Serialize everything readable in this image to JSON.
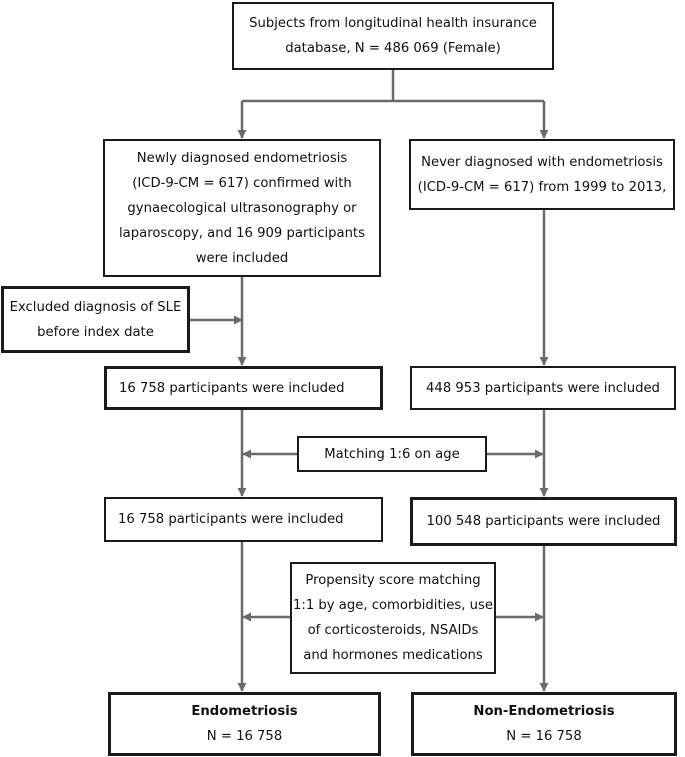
{
  "colors": {
    "border": "#1a1a1a",
    "arrow": "#6b6b6b",
    "text": "#111111"
  },
  "diagram": {
    "top_box": [
      "Subjects from longitudinal health insurance",
      "database, N = 486 069 (Female)"
    ],
    "left_diagnosed": [
      "Newly diagnosed endometriosis",
      "(ICD-9-CM = 617) confirmed with",
      "gynaecological ultrasonography or",
      "laparoscopy, and 16 909 participants",
      "were included"
    ],
    "right_never": [
      "Never diagnosed with endometriosis",
      "(ICD-9-CM = 617) from 1999 to 2013,"
    ],
    "excluded": [
      "Excluded diagnosis of SLE",
      "before index date"
    ],
    "left_included_1": "16 758 participants were included",
    "right_included_1": "448 953 participants were included",
    "matching_age": "Matching 1:6 on age",
    "left_included_2": "16 758 participants were included",
    "right_included_2": "100 548 participants were included",
    "propensity": [
      "Propensity score matching",
      "1:1 by age, comorbidities, use",
      "of corticosteroids, NSAIDs",
      "and hormones medications"
    ],
    "endometriosis": {
      "title": "Endometriosis",
      "n": "N = 16 758"
    },
    "non_endometriosis": {
      "title": "Non-Endometriosis",
      "n": "N = 16 758"
    }
  }
}
